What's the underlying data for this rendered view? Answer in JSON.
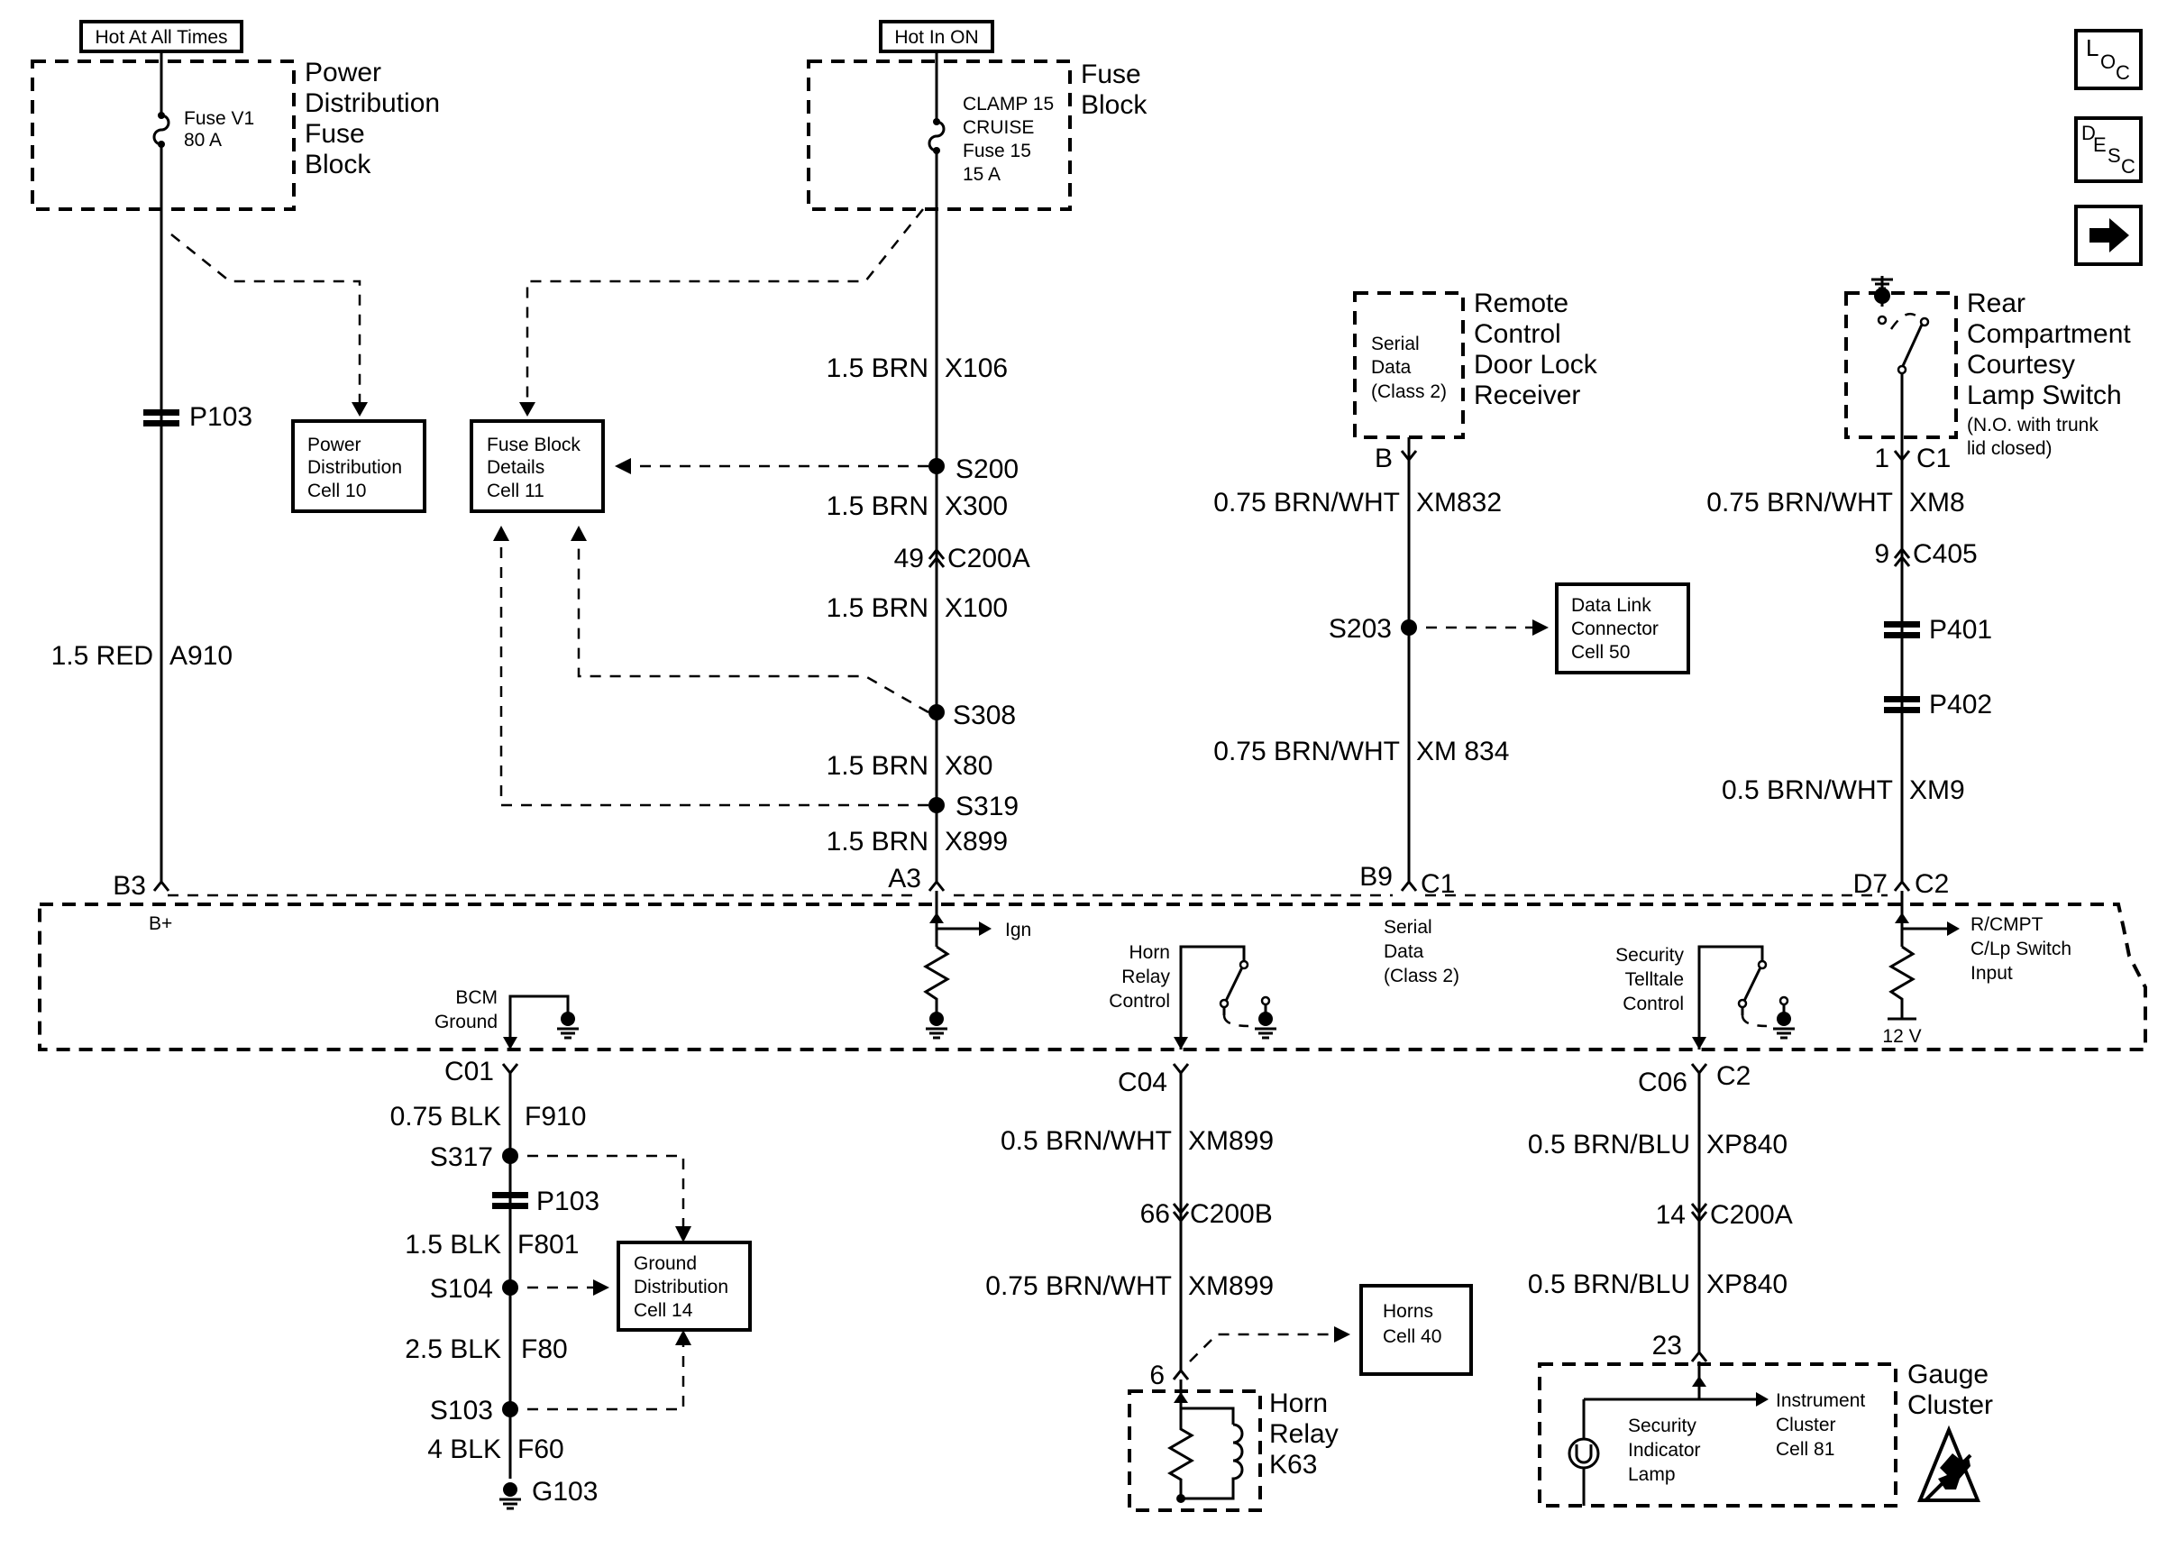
{
  "headers": {
    "hot_at_all_times": "Hot At All Times",
    "hot_in_on": "Hot In ON"
  },
  "components": {
    "power_dist_fuse_block": [
      "Power",
      "Distribution",
      "Fuse",
      "Block"
    ],
    "fuse_v1": [
      "Fuse V1",
      "80 A"
    ],
    "fuse_block": [
      "Fuse",
      "Block"
    ],
    "fuse_15": [
      "CLAMP 15",
      "CRUISE",
      "Fuse 15",
      "15 A"
    ],
    "rcdl_receiver": [
      "Remote",
      "Control",
      "Door Lock",
      "Receiver"
    ],
    "rcdl_inner": [
      "Serial",
      "Data",
      "(Class 2)"
    ],
    "rear_switch": [
      "Rear",
      "Compartment",
      "Courtesy",
      "Lamp Switch"
    ],
    "rear_switch_note": [
      "(N.O. with trunk",
      "lid closed)"
    ],
    "horn_relay": [
      "Horn",
      "Relay",
      "K63"
    ],
    "gauge_cluster": [
      "Gauge",
      "Cluster"
    ],
    "security_lamp": [
      "Security",
      "Indicator",
      "Lamp"
    ]
  },
  "cells": {
    "power_distribution": [
      "Power",
      "Distribution",
      "Cell 10"
    ],
    "fuse_block_details": [
      "Fuse Block",
      "Details",
      "Cell 11"
    ],
    "data_link_connector": [
      "Data Link",
      "Connector",
      "Cell 50"
    ],
    "ground_distribution": [
      "Ground",
      "Distribution",
      "Cell 14"
    ],
    "horns": [
      "Horns",
      "Cell 40"
    ],
    "instrument_cluster": [
      "Instrument",
      "Cluster",
      "Cell 81"
    ]
  },
  "col1": {
    "p103": "P103",
    "wire_gauge": "1.5 RED",
    "wire_id": "A910",
    "pin": "B3",
    "pin_label": "B+"
  },
  "col2": {
    "w1_gauge": "1.5 BRN",
    "w1_id": "X106",
    "s200": "S200",
    "w2_gauge": "1.5 BRN",
    "w2_id": "X300",
    "c200a_pin": "49",
    "c200a": "C200A",
    "w3_gauge": "1.5 BRN",
    "w3_id": "X100",
    "s308": "S308",
    "w4_gauge": "1.5 BRN",
    "w4_id": "X80",
    "s319": "S319",
    "w5_gauge": "1.5 BRN",
    "w5_id": "X899",
    "pin": "A3",
    "ign": "Ign"
  },
  "col3": {
    "pin_top": "B",
    "w1_gauge": "0.75 BRN/WHT",
    "w1_id": "XM832",
    "s203": "S203",
    "w2_gauge": "0.75 BRN/WHT",
    "w2_id": "XM 834",
    "pin": "B9",
    "connector": "C1",
    "serial": [
      "Serial",
      "Data",
      "(Class 2)"
    ]
  },
  "col4": {
    "pin_top": "1",
    "conn_top": "C1",
    "w1_gauge": "0.75 BRN/WHT",
    "w1_id": "XM8",
    "c405_pin": "9",
    "c405": "C405",
    "p401": "P401",
    "p402": "P402",
    "w2_gauge": "0.5 BRN/WHT",
    "w2_id": "XM9",
    "pin": "D7",
    "connector": "C2",
    "input": [
      "R/CMPT",
      "C/Lp Switch",
      "Input"
    ],
    "volts": "12 V"
  },
  "module": {
    "bcm_ground": [
      "BCM",
      "Ground"
    ],
    "horn_relay_control": [
      "Horn",
      "Relay",
      "Control"
    ],
    "security_telltale_control": [
      "Security",
      "Telltale",
      "Control"
    ]
  },
  "bottom_left": {
    "pin": "C01",
    "w1_gauge": "0.75 BLK",
    "w1_id": "F910",
    "s317": "S317",
    "p103": "P103",
    "w2_gauge": "1.5 BLK",
    "w2_id": "F801",
    "s104": "S104",
    "w3_gauge": "2.5 BLK",
    "w3_id": "F80",
    "s103": "S103",
    "w4_gauge": "4 BLK",
    "w4_id": "F60",
    "g103": "G103"
  },
  "bottom_mid": {
    "pin": "C04",
    "w1_gauge": "0.5 BRN/WHT",
    "w1_id": "XM899",
    "c200b_pin": "66",
    "c200b": "C200B",
    "w2_gauge": "0.75 BRN/WHT",
    "w2_id": "XM899",
    "relay_pin": "6"
  },
  "bottom_right": {
    "pin": "C06",
    "connector": "C2",
    "w1_gauge": "0.5 BRN/BLU",
    "w1_id": "XP840",
    "c200a_pin": "14",
    "c200a": "C200A",
    "w2_gauge": "0.5 BRN/BLU",
    "w2_id": "XP840",
    "cluster_pin": "23"
  },
  "nav_icons": [
    "loc-icon",
    "desc-icon",
    "arrow-right-icon"
  ],
  "nav": {
    "loc": [
      "L",
      "O",
      "C"
    ],
    "desc": [
      "D",
      "E",
      "S",
      "C"
    ]
  }
}
